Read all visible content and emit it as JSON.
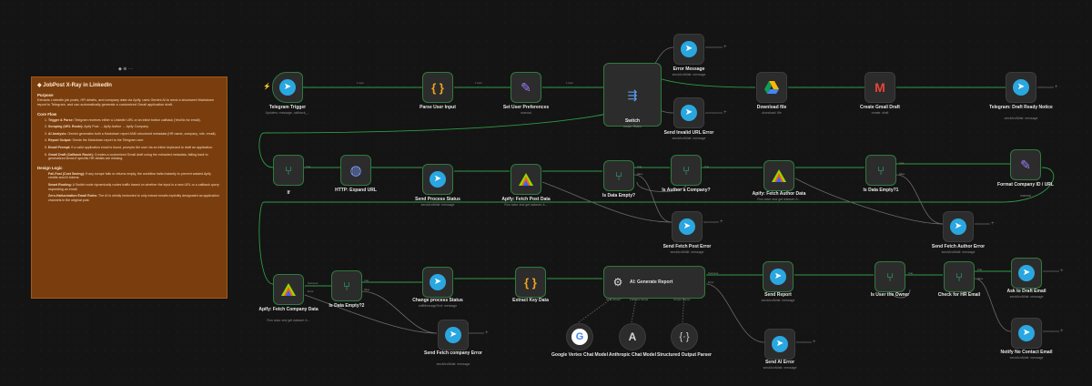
{
  "colors": {
    "canvas": "#141414",
    "node": "#2c2c2c",
    "edge": "#6b6b6b",
    "success_edge": "#2f9a46",
    "note": "#7a3e0e",
    "telegram": "#2aa7e0"
  },
  "note": {
    "title": "JobPost X-Ray in LinkedIn",
    "purpose_heading": "Purpose",
    "purpose_text": "Extracts LinkedIn job posts, HR details, and company data via Apify, uses Gemini AI to send a structured Markdown report to Telegram, and can automatically generate a customized Gmail application draft.",
    "core_heading": "Core Flow",
    "core_items": [
      {
        "b": "Trigger & Parse:",
        "t": " Telegram receives either a LinkedIn URL or an inline button callback (Yes/No for email)."
      },
      {
        "b": "Scraping (URL Route):",
        "t": " Apify Post → Apify Author → Apify Company."
      },
      {
        "b": "AI Analysis:",
        "t": " Gemini generates both a Markdown report AND structured metadata (HR name, company, role, email)."
      },
      {
        "b": "Report Output:",
        "t": " Sends the Markdown report to the Telegram user."
      },
      {
        "b": "Email Prompt:",
        "t": " If a valid application email is found, prompts the user via an inline keyboard to draft an application."
      },
      {
        "b": "Gmail Draft (Callback Route):",
        "t": " Creates a customized Gmail draft using the extracted metadata, falling back to generalized terms if specific HR details are missing."
      }
    ],
    "design_heading": "Design Logic",
    "design_items": [
      {
        "b": "Fail-Fast (Cost Saving):",
        "t": " If any scrape fails or returns empty, the workflow halts instantly to prevent wasted Apify credits and AI tokens."
      },
      {
        "b": "Smart Routing:",
        "t": " A Switch node dynamically routes traffic based on whether the input is a new URL or a callback query requesting an email."
      },
      {
        "b": "Zero-Hallucination Email Rules:",
        "t": " The AI is strictly instructed to only extract emails explicitly designated as application channels in the original post."
      }
    ],
    "ctrl": "◆ ⊕ ⋯"
  },
  "nodes": {
    "telegram_trigger": {
      "label": "Telegram Trigger",
      "sub": "Updates: message, callback_..."
    },
    "parse_user_input": {
      "label": "Parse User Input",
      "sub": ""
    },
    "set_user_preferences": {
      "label": "Set User Preferences",
      "sub": "manual"
    },
    "switch": {
      "label": "Switch",
      "sub": "mode: Rules"
    },
    "error_message": {
      "label": "Error Message",
      "sub": "sendAndWait: message"
    },
    "send_invalid_url_error": {
      "label": "Send Invalid URL Error",
      "sub": "sendAndWait: message"
    },
    "download_file": {
      "label": "Download file",
      "sub": "download: file"
    },
    "create_gmail_draft": {
      "label": "Create Gmail Draft",
      "sub": "create: draft"
    },
    "telegram_draft_ready": {
      "label": "Telegram: Draft Ready Notice",
      "sub": "sendAndWait: message"
    },
    "if": {
      "label": "If",
      "sub": ""
    },
    "http_expand_url": {
      "label": "HTTP: Expand URL",
      "sub": ""
    },
    "send_process_status": {
      "label": "Send Process Status",
      "sub": "sendAndWait: message"
    },
    "apify_fetch_post_data": {
      "label": "Apify: Fetch Post Data",
      "sub": "Run actor and get dataset: A..."
    },
    "is_data_empty1": {
      "label": "Is Data Empty?",
      "sub": ""
    },
    "is_author_company": {
      "label": "Is Author a Company?",
      "sub": ""
    },
    "apify_fetch_author_data": {
      "label": "Apify: Fetch Author Data",
      "sub": "Run actor and get dataset: A..."
    },
    "is_data_empty2": {
      "label": "Is Data Empty?1",
      "sub": ""
    },
    "format_company_id": {
      "label": "Format Company ID / URL",
      "sub": "manual"
    },
    "send_fetch_post_error": {
      "label": "Send Fetch Post Error",
      "sub": "sendAndWait: message"
    },
    "send_fetch_author_error": {
      "label": "Send Fetch Author Error",
      "sub": "sendAndWait: message"
    },
    "apify_fetch_company": {
      "label": "Apify: Fetch Company Data",
      "sub": "Run actor and get dataset: A..."
    },
    "is_data_empty3": {
      "label": "Is Data Empty?2",
      "sub": ""
    },
    "change_process_status": {
      "label": "Change process Status",
      "sub": "editMessageText: message"
    },
    "extract_key_data": {
      "label": "Extract Key Data",
      "sub": ""
    },
    "ai_generate_report": {
      "label": "AI: Generate Report",
      "sub": ""
    },
    "send_report": {
      "label": "Send Report",
      "sub": "sendAndWait: message"
    },
    "is_user_owner": {
      "label": "Is User the Owner",
      "sub": ""
    },
    "check_hr_email": {
      "label": "Check for HR Email",
      "sub": ""
    },
    "ask_to_draft_email": {
      "label": "Ask to Draft Email",
      "sub": "sendAndWait: message"
    },
    "notify_no_contact": {
      "label": "Notify No Contact Email",
      "sub": "sendAndWait: message"
    },
    "send_fetch_company_error": {
      "label": "Send Fetch company Error",
      "sub": "sendAndWait: message"
    },
    "send_ai_error": {
      "label": "Send AI Error",
      "sub": "sendAndWait: message"
    },
    "google_vertex": {
      "label": "Google Vertex Chat Model",
      "sub": ""
    },
    "anthropic": {
      "label": "Anthropic Chat Model",
      "sub": ""
    },
    "structured_parser": {
      "label": "Structured Output Parser",
      "sub": ""
    }
  },
  "edge_labels": {
    "items1": "1 item",
    "items2": "1 item",
    "items3": "1 item",
    "sw_out1": "Callback/Response",
    "sw_out2": "Unmatching Route",
    "sw_out3": "Generate Report",
    "sw_out4": "Fallback",
    "true_lbl": "true",
    "false_lbl": "false",
    "sub_model": "Chat Model*",
    "sub_fallback": "Fallback Model",
    "sub_parser": "Output Parser",
    "success": "Success",
    "error": "Error"
  }
}
